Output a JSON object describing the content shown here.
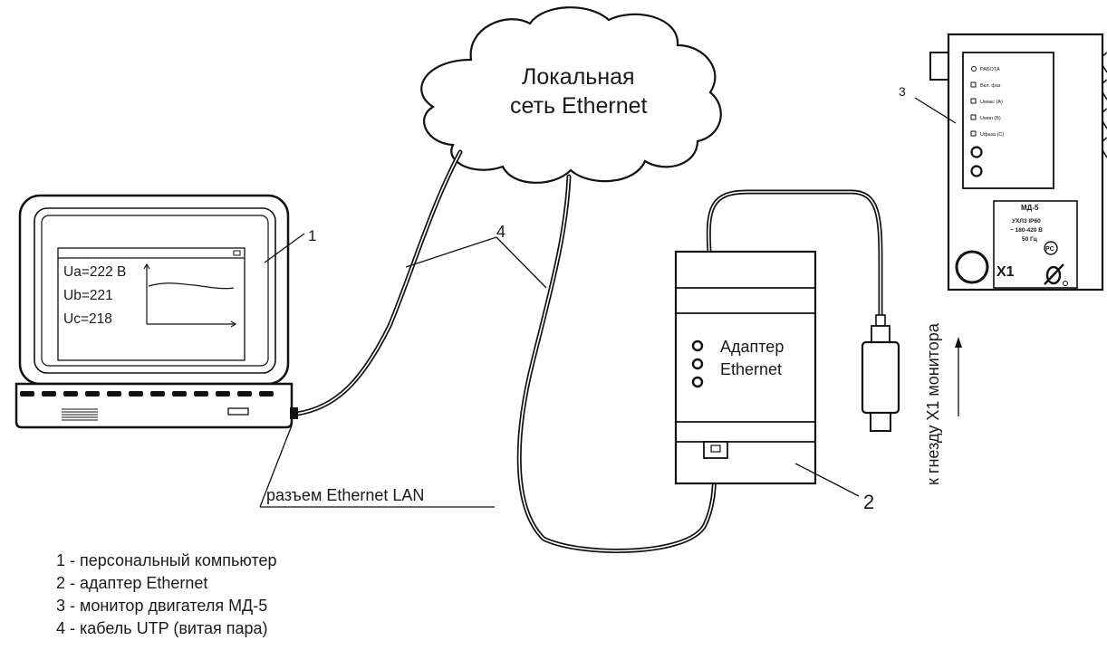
{
  "cloud": {
    "line1": "Локальная",
    "line2": "сеть Ethernet"
  },
  "laptop": {
    "screen_readings": [
      "Ua=222 В",
      "Ub=221",
      "Uc=218"
    ],
    "callout": "1"
  },
  "adapter": {
    "line1": "Адаптер",
    "line2": "Ethernet",
    "callout": "2"
  },
  "monitor": {
    "callout": "3",
    "leds": [
      "РАБОТА",
      "Вкл. фаз",
      "Uмакс (А)",
      "Uмин (В)",
      "Uфаза (С)"
    ],
    "label": {
      "model": "МД-5",
      "spec1": "УХЛ3  IP60",
      "spec2": "~ 180-420 В",
      "spec3": "50 Гц"
    },
    "connector": "X1"
  },
  "cable_callout": "4",
  "lan_port_label": "разъем Ethernet LAN",
  "to_socket_label": "к гнезду X1 монитора",
  "legend": [
    "1 - персональный компьютер",
    "2 - адаптер Ethernet",
    "3 - монитор двигателя МД-5",
    "4 - кабель UTP (витая пара)"
  ]
}
